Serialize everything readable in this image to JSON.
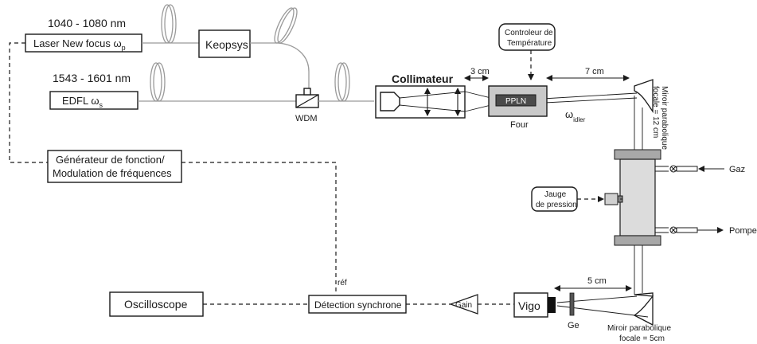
{
  "laser_pump": {
    "range": "1040 - 1080 nm",
    "name": "Laser New focus",
    "symbol": "ω",
    "sub": "p"
  },
  "laser_signal": {
    "range": "1543 - 1601 nm",
    "name": "EDFL",
    "symbol": "ω",
    "sub": "s"
  },
  "keopsys": "Keopsys",
  "wdm": "WDM",
  "collimator": "Collimateur",
  "temp_controller": {
    "line1": "Controleur de",
    "line2": "Température"
  },
  "dist_3cm": "3 cm",
  "dist_7cm": "7 cm",
  "ppln": "PPLN",
  "oven": "Four",
  "idler": {
    "symbol": "ω",
    "sub": "idler"
  },
  "mirror1": {
    "line1": "Miroir parabolique",
    "line2": "focale = 12 cm"
  },
  "generator": {
    "line1": "Générateur de fonction/",
    "line2": "Modulation de fréquences"
  },
  "gauge": {
    "line1": "Jauge",
    "line2": "de pression"
  },
  "gas": "Gaz",
  "pump_out": "Pompe",
  "ref": "réf",
  "dist_5cm": "5 cm",
  "oscilloscope": "Oscilloscope",
  "sync_detection": "Détection synchrone",
  "gain": "Gain",
  "vigo": "Vigo",
  "ge": "Ge",
  "mirror2": {
    "line1": "Miroir parabolique",
    "line2": "focale = 5cm"
  }
}
